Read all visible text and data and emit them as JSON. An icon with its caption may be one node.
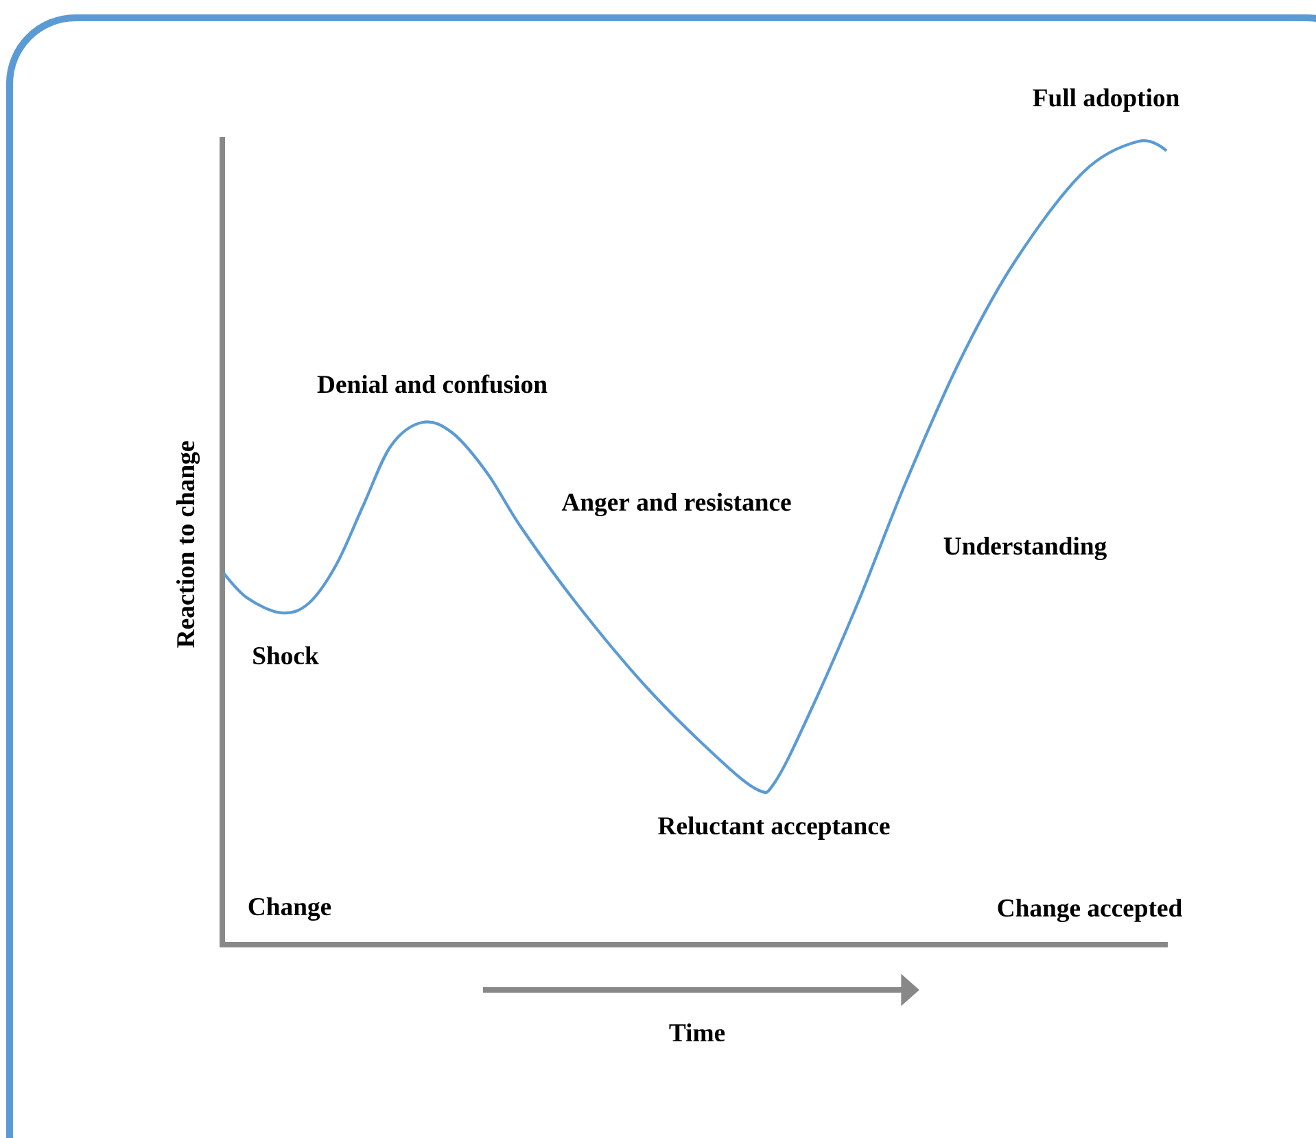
{
  "diagram": {
    "labels": [
      "Full adoption",
      "Denial and confusion",
      "Reaction to change",
      "Anger and resistance",
      "Understanding",
      "Shock",
      "Reluctant acceptance",
      "Change",
      "Change accepted",
      "Time"
    ]
  }
}
